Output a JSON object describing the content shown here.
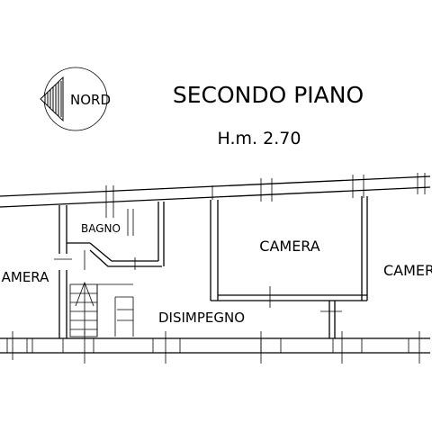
{
  "header": {
    "title": "SECONDO PIANO",
    "height": "H.m. 2.70"
  },
  "compass": {
    "label": "NORD",
    "icon": "north-arrow-icon"
  },
  "rooms": {
    "camera_left": "AMERA",
    "bagno": "BAGNO",
    "camera_center": "CAMERA",
    "camera_right": "CAMER",
    "disimpegno": "DISIMPEGNO"
  }
}
